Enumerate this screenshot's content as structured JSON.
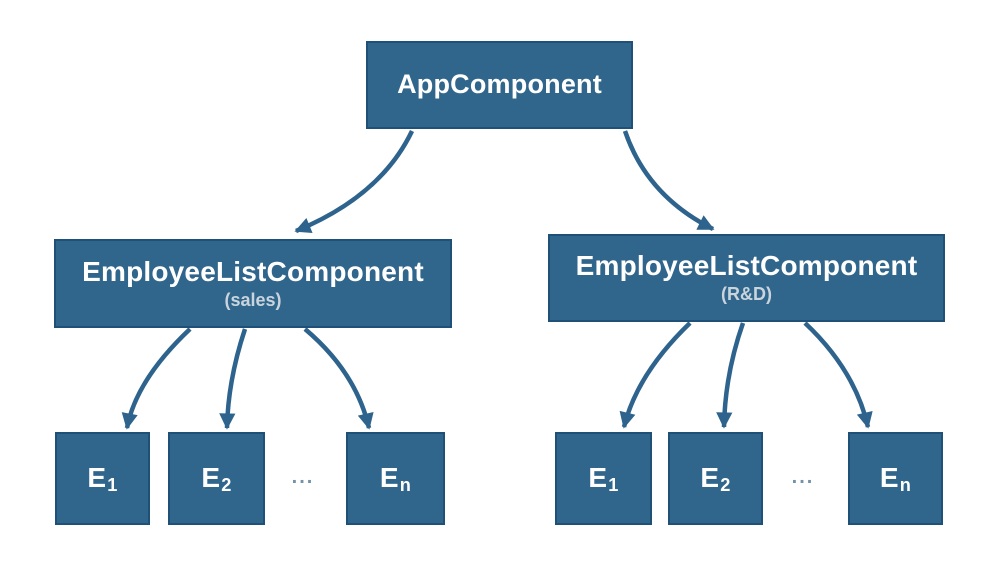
{
  "diagram_title": "component-tree",
  "colors": {
    "background": "#ffffff",
    "box_fill": "#30658c",
    "box_border": "#1f5078",
    "arrow": "#2d638c",
    "title_text": "#ffffff",
    "subtitle_text": "#c9d4dd",
    "ellipsis_text": "#7392a8"
  },
  "root": {
    "label": "AppComponent"
  },
  "groups": [
    {
      "label": "EmployeeListComponent",
      "sublabel": "(sales)",
      "ellipsis": "...",
      "children": [
        {
          "base": "E",
          "sub": "1"
        },
        {
          "base": "E",
          "sub": "2"
        },
        {
          "base": "E",
          "sub": "n"
        }
      ]
    },
    {
      "label": "EmployeeListComponent",
      "sublabel": "(R&D)",
      "ellipsis": "...",
      "children": [
        {
          "base": "E",
          "sub": "1"
        },
        {
          "base": "E",
          "sub": "2"
        },
        {
          "base": "E",
          "sub": "n"
        }
      ]
    }
  ]
}
